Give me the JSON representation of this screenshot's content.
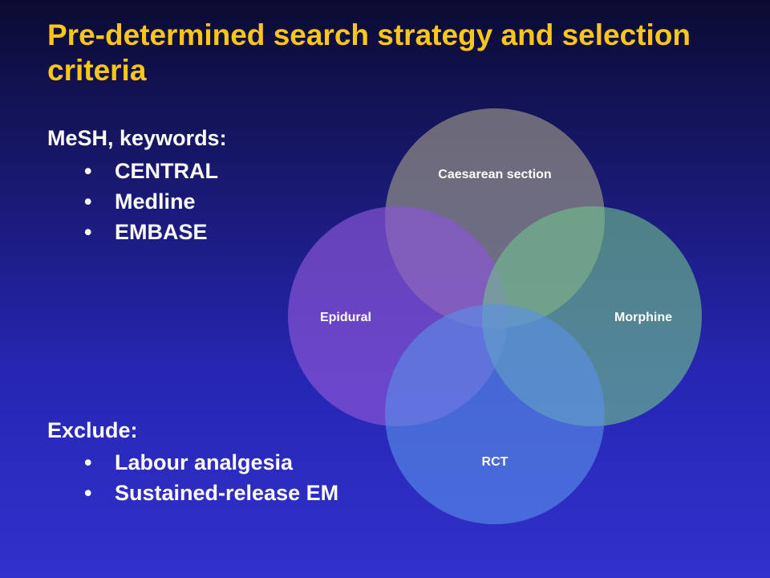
{
  "slide": {
    "title": "Pre-determined search strategy and selection criteria"
  },
  "search": {
    "heading": "MeSH, keywords:",
    "items": [
      "CENTRAL",
      "Medline",
      "EMBASE"
    ]
  },
  "exclude": {
    "heading": "Exclude:",
    "items": [
      "Labour analgesia",
      "Sustained-release EM"
    ]
  },
  "venn": {
    "circles": [
      {
        "label": "Caesarean section",
        "color": "#8f8c83"
      },
      {
        "label": "Epidural",
        "color": "#8a55d6"
      },
      {
        "label": "Morphine",
        "color": "#6fc08c"
      },
      {
        "label": "RCT",
        "color": "#5a8fe8"
      }
    ]
  }
}
